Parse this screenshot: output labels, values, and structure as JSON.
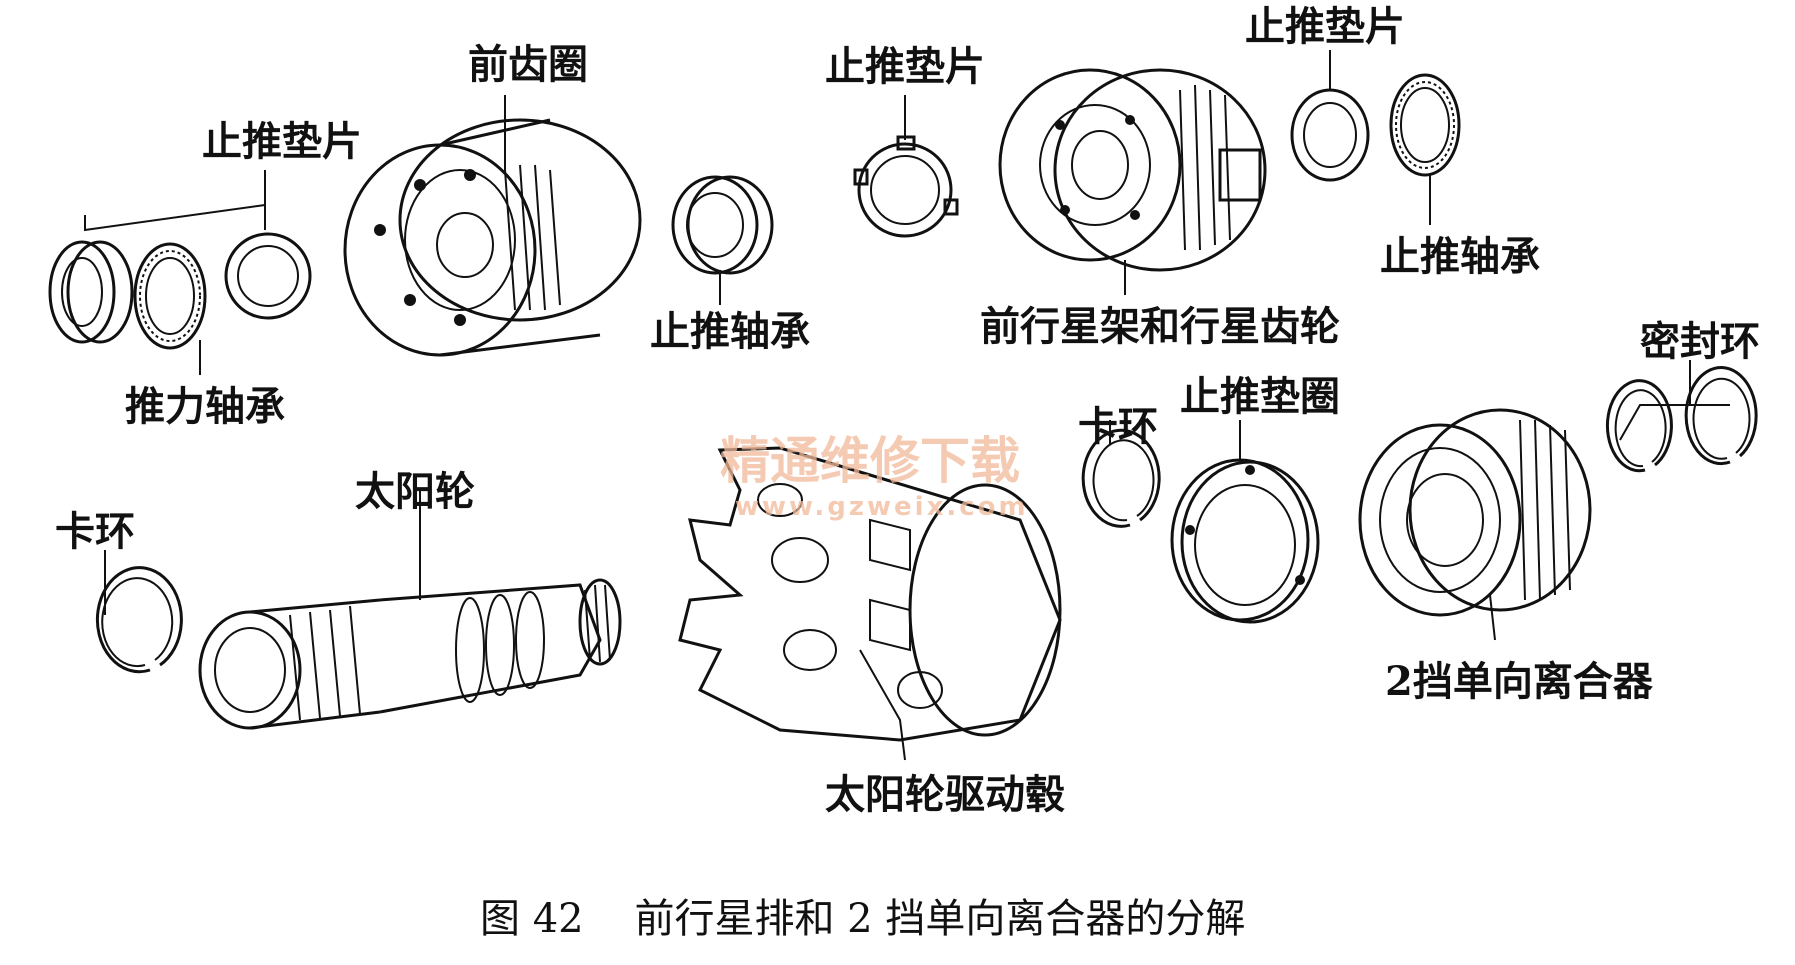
{
  "labels": {
    "front_ring_gear": "前齿圈",
    "thrust_washer_1": "止推垫片",
    "thrust_washer_2": "止推垫片",
    "thrust_washer_3": "止推垫片",
    "thrust_bearing_1": "推力轴承",
    "thrust_bearing_2": "止推轴承",
    "thrust_bearing_3": "止推轴承",
    "front_carrier": "前行星架和行星齿轮",
    "seal_ring": "密封环",
    "snap_ring_1": "卡环",
    "snap_ring_2": "卡环",
    "thrust_race": "止推垫圈",
    "sun_gear": "太阳轮",
    "sun_gear_drive_shell": "太阳轮驱动毂",
    "second_gear_one_way_clutch": "2挡单向离合器"
  },
  "caption": "图 42    前行星排和 2 挡单向离合器的分解",
  "watermark": {
    "text": "精通维修下载",
    "url": "www.gzweix.com"
  }
}
